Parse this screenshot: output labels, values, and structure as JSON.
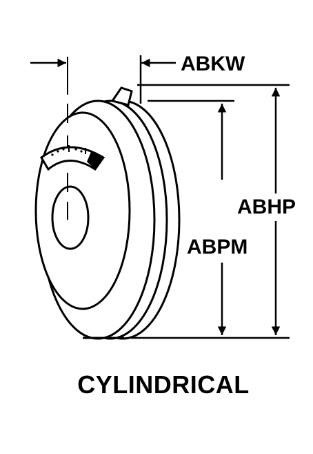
{
  "figure": {
    "caption": "CYLINDRICAL",
    "dimensions": {
      "width_label": "ABKW",
      "inner_height_label": "ABPM",
      "overall_height_label": "ABHP"
    }
  },
  "colors": {
    "ink": "#000000",
    "paper": "#ffffff"
  }
}
